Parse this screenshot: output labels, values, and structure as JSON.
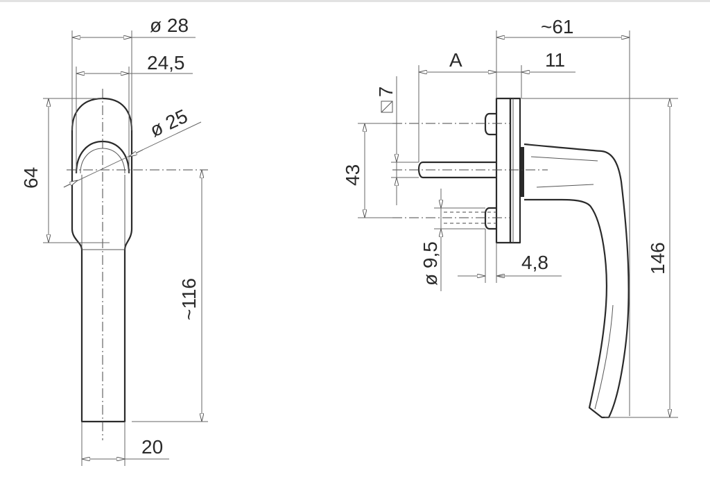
{
  "drawing": {
    "front_view": {
      "dims": {
        "rosette_outer_diameter": "ø 28",
        "rosette_width": "24,5",
        "spindle_circle_diameter": "ø 25",
        "rosette_height": "64",
        "handle_length": "~116",
        "handle_width": "20"
      }
    },
    "side_view": {
      "dims": {
        "square_spindle": "7",
        "spindle_length": "A",
        "depth_total": "~61",
        "rosette_depth": "11",
        "screw_spacing": "43",
        "screw_head_diameter": "ø 9,5",
        "base_thickness": "4,8",
        "total_height": "146"
      }
    }
  },
  "colors": {
    "line": "#2a2a2a",
    "dim_line": "#666666",
    "background": "#ffffff"
  }
}
